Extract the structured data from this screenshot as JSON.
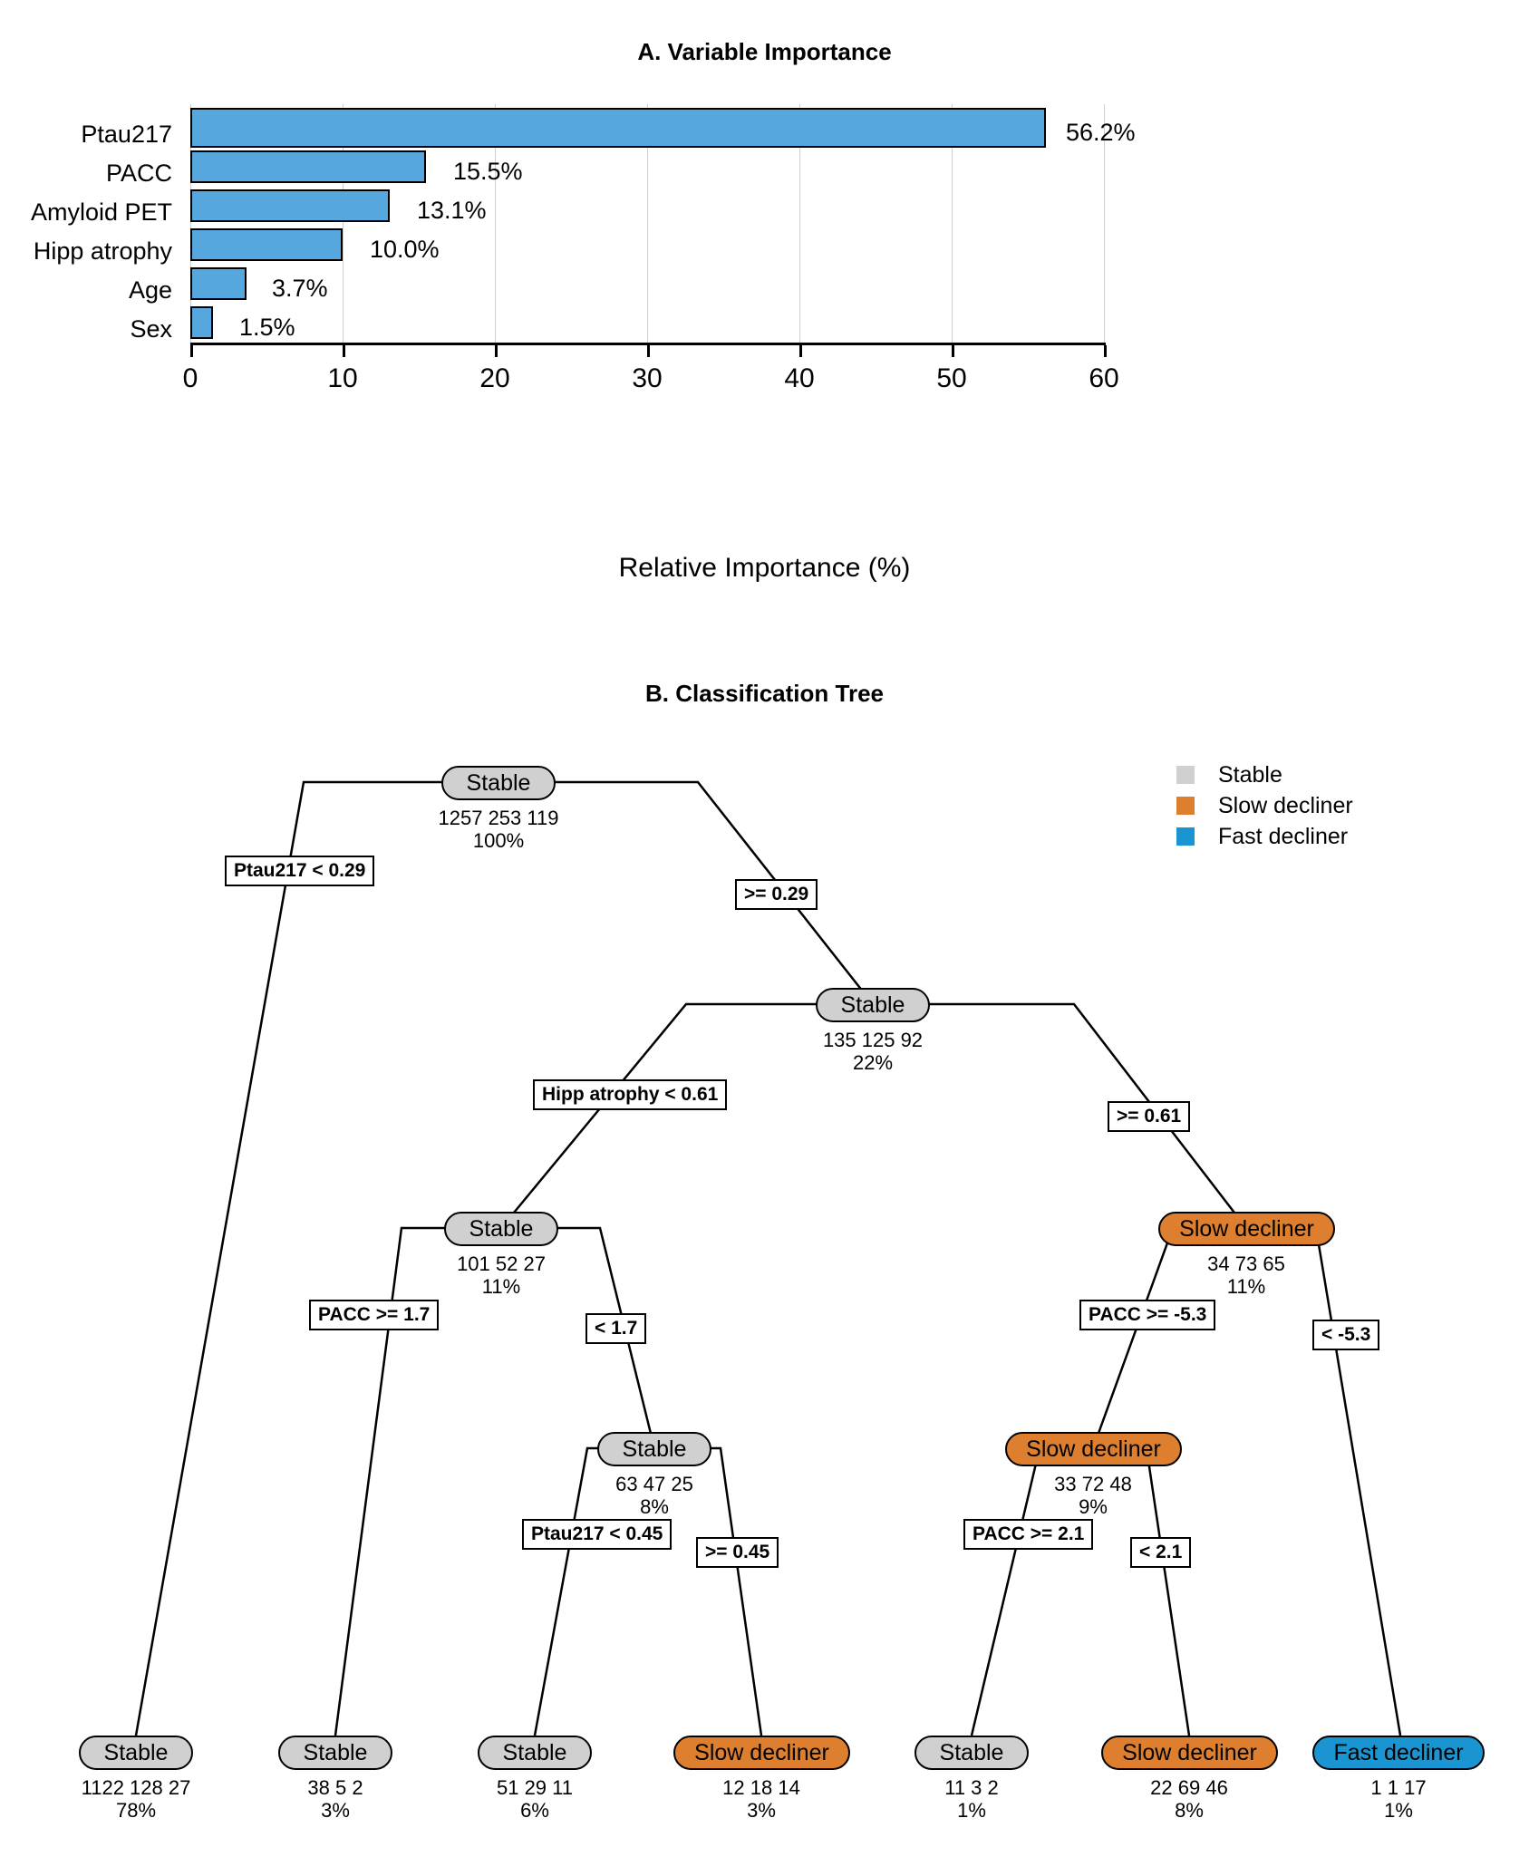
{
  "figure": {
    "panel_a_title": "A. Variable Importance",
    "panel_b_title": "B. Classification Tree"
  },
  "chart_data": [
    {
      "type": "bar",
      "title": "A. Variable Importance",
      "orientation": "horizontal",
      "categories": [
        "Ptau217",
        "PACC",
        "Amyloid PET",
        "Hipp atrophy",
        "Age",
        "Sex"
      ],
      "values": [
        56.2,
        15.5,
        13.1,
        10.0,
        3.7,
        1.5
      ],
      "value_labels": [
        "56.2%",
        "15.5%",
        "13.1%",
        "10.0%",
        "3.7%",
        "1.5%"
      ],
      "xlabel": "Relative Importance (%)",
      "ylabel": "",
      "xlim": [
        0,
        60
      ],
      "xticks": [
        0,
        10,
        20,
        30,
        40,
        50,
        60
      ],
      "xtick_labels": [
        "0",
        "10",
        "20",
        "30",
        "40",
        "50",
        "60"
      ],
      "grid": "vertical",
      "bar_color": "#56A7DE",
      "bar_border": "#000000",
      "legend": "none"
    },
    {
      "type": "tree",
      "title": "B. Classification Tree",
      "legend_position": "top-right",
      "legend": [
        {
          "label": "Stable",
          "color": "#d0d0d0"
        },
        {
          "label": "Slow decliner",
          "color": "#DD7F2E"
        },
        {
          "label": "Fast decliner",
          "color": "#1B95D1"
        }
      ],
      "nodes": [
        {
          "id": "n1",
          "label": "Stable",
          "class": "stable",
          "counts": "1257  253  119",
          "pct": "100%"
        },
        {
          "id": "n2",
          "label": "Stable",
          "class": "stable",
          "counts": "135  125  92",
          "pct": "22%"
        },
        {
          "id": "n3",
          "label": "Stable",
          "class": "stable",
          "counts": "101  52  27",
          "pct": "11%"
        },
        {
          "id": "n4",
          "label": "Slow decliner",
          "class": "slow",
          "counts": "34  73  65",
          "pct": "11%"
        },
        {
          "id": "n5",
          "label": "Stable",
          "class": "stable",
          "counts": "63  47  25",
          "pct": "8%"
        },
        {
          "id": "n6",
          "label": "Slow decliner",
          "class": "slow",
          "counts": "33  72  48",
          "pct": "9%"
        }
      ],
      "leaves": [
        {
          "id": "l1",
          "label": "Stable",
          "class": "stable",
          "counts": "1122  128  27",
          "pct": "78%"
        },
        {
          "id": "l2",
          "label": "Stable",
          "class": "stable",
          "counts": "38  5  2",
          "pct": "3%"
        },
        {
          "id": "l3",
          "label": "Stable",
          "class": "stable",
          "counts": "51  29  11",
          "pct": "6%"
        },
        {
          "id": "l4",
          "label": "Slow decliner",
          "class": "slow",
          "counts": "12  18  14",
          "pct": "3%"
        },
        {
          "id": "l5",
          "label": "Stable",
          "class": "stable",
          "counts": "11  3  2",
          "pct": "1%"
        },
        {
          "id": "l6",
          "label": "Slow decliner",
          "class": "slow",
          "counts": "22  69  46",
          "pct": "8%"
        },
        {
          "id": "l7",
          "label": "Fast decliner",
          "class": "fast",
          "counts": "1  1  17",
          "pct": "1%"
        }
      ],
      "splits": [
        {
          "id": "s1",
          "text": "Ptau217 < 0.29"
        },
        {
          "id": "s2",
          "text": ">= 0.29"
        },
        {
          "id": "s3",
          "text": "Hipp atrophy < 0.61"
        },
        {
          "id": "s4",
          "text": ">= 0.61"
        },
        {
          "id": "s5",
          "text": "PACC >= 1.7"
        },
        {
          "id": "s6",
          "text": "< 1.7"
        },
        {
          "id": "s7",
          "text": "PACC >= -5.3"
        },
        {
          "id": "s8",
          "text": "< -5.3"
        },
        {
          "id": "s9",
          "text": "Ptau217 < 0.45"
        },
        {
          "id": "s10",
          "text": ">= 0.45"
        },
        {
          "id": "s11",
          "text": "PACC >= 2.1"
        },
        {
          "id": "s12",
          "text": "< 2.1"
        }
      ]
    }
  ]
}
